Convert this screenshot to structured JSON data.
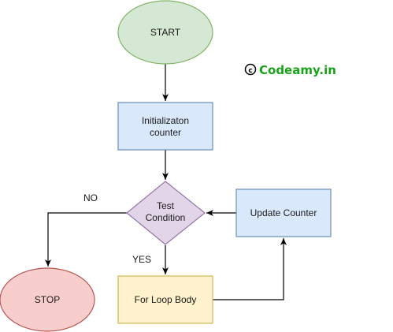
{
  "nodes": {
    "start": {
      "label": "START"
    },
    "init": {
      "line1": "Initializaton",
      "line2": "counter"
    },
    "test": {
      "line1": "Test",
      "line2": "Condition"
    },
    "update": {
      "label": "Update Counter"
    },
    "body": {
      "label": "For Loop Body"
    },
    "stop": {
      "label": "STOP"
    }
  },
  "edges": {
    "no_label": "NO",
    "yes_label": "YES"
  },
  "watermark": {
    "symbol": "©",
    "text": "Codeamy.in"
  },
  "colors": {
    "start_fill": "#d5e8d4",
    "start_stroke": "#82b366",
    "process_fill": "#dae8fc",
    "process_stroke": "#6c8ebf",
    "decision_fill": "#e1d5e7",
    "decision_stroke": "#9673a6",
    "body_fill": "#fff2cc",
    "body_stroke": "#d6b656",
    "stop_fill": "#f8cecc",
    "stop_stroke": "#b85450",
    "brand": "#1aa31a"
  }
}
